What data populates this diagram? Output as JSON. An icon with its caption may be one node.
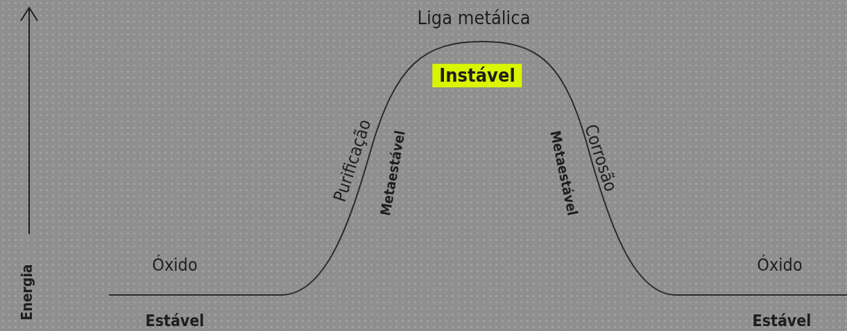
{
  "diagram": {
    "labels": [
      "Liga metálica",
      "Instável",
      "Purificação",
      "Metaestável",
      "Metaestável",
      "Corrosão",
      "Óxido",
      "Óxido",
      "Energia",
      "Estável",
      "Estável"
    ]
  }
}
